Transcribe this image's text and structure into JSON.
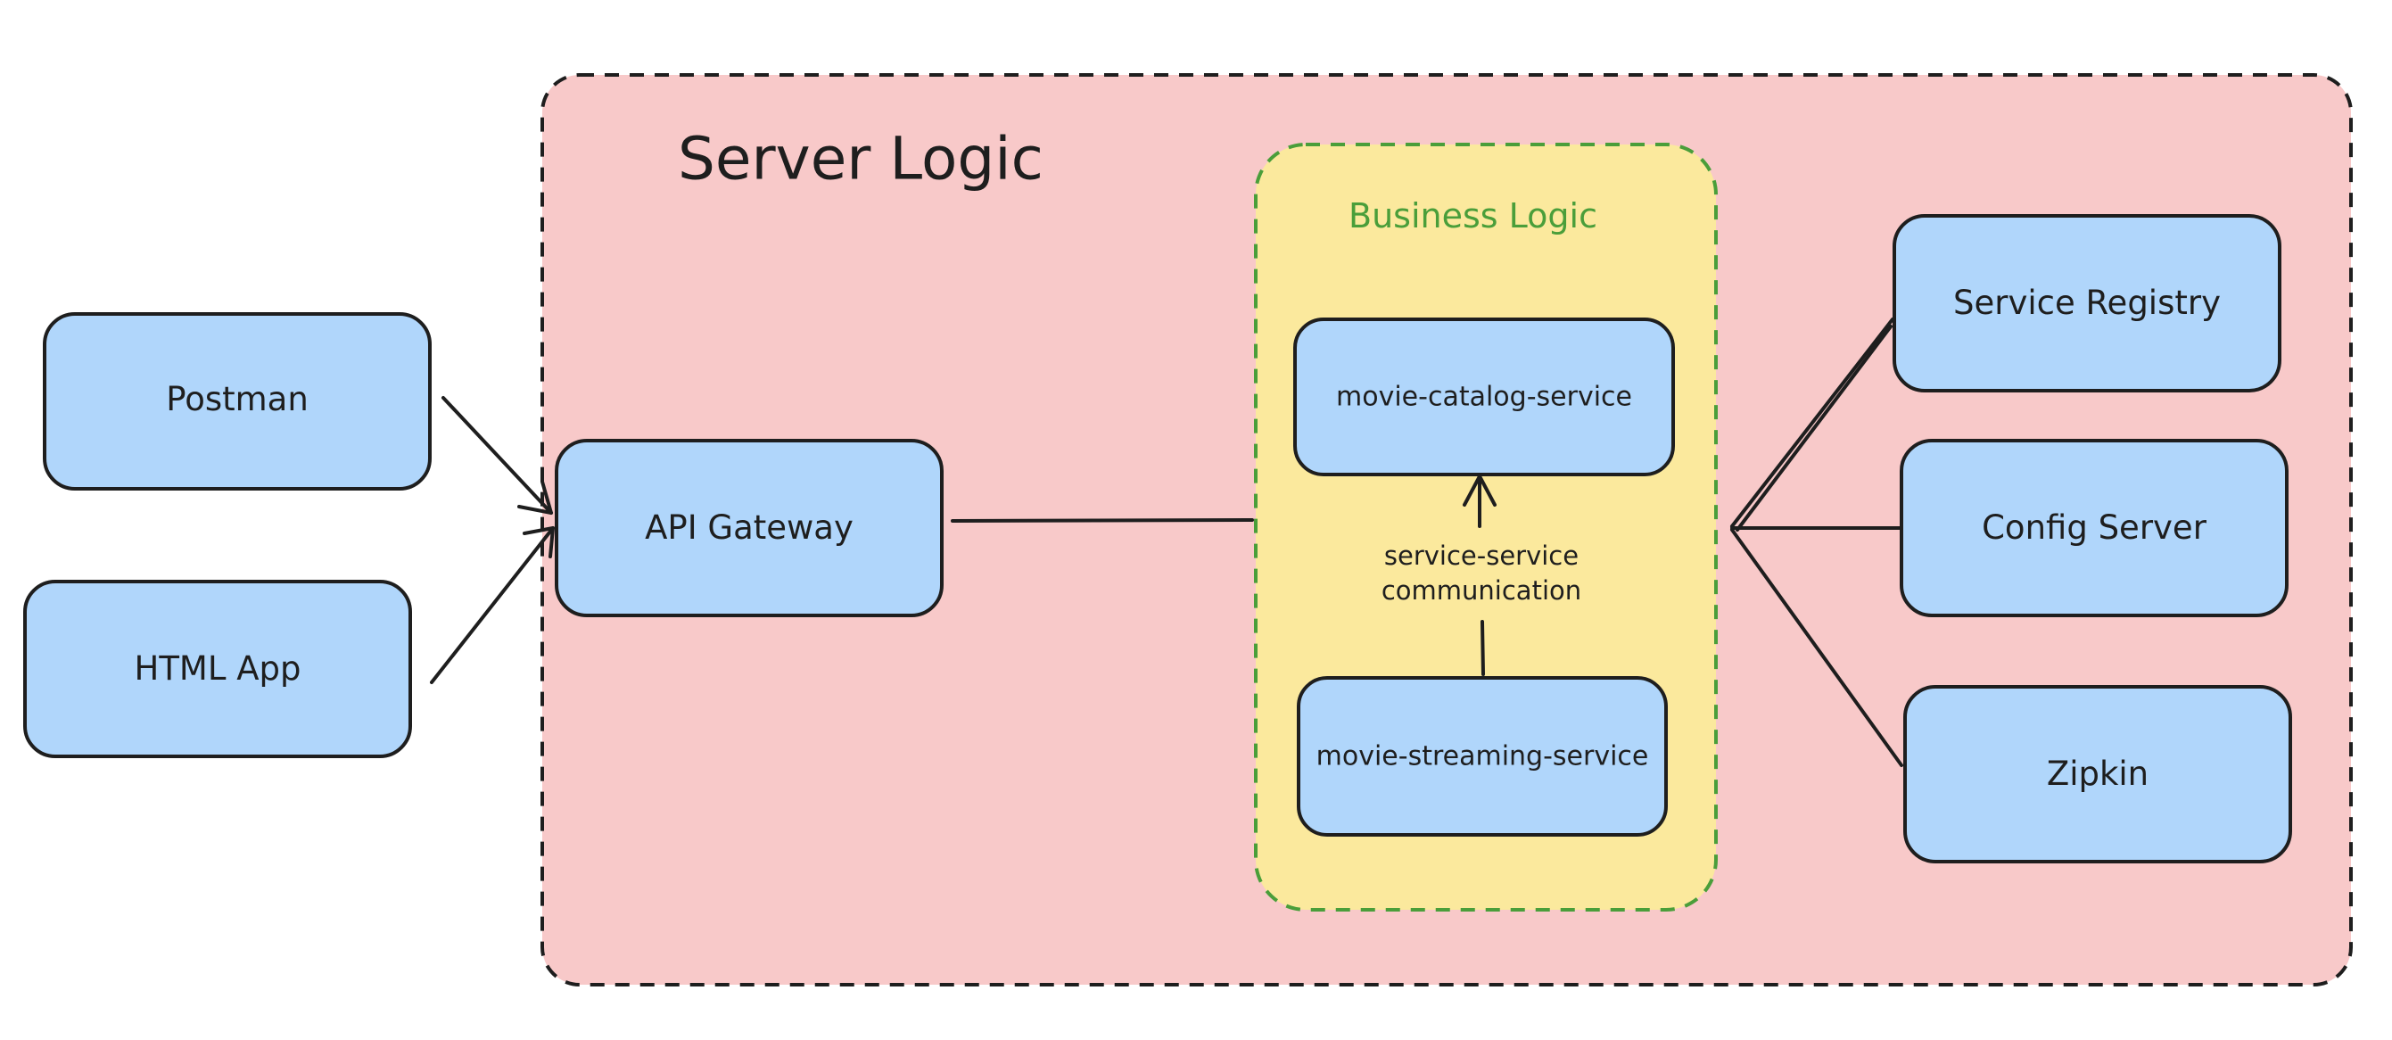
{
  "groups": {
    "server_logic": {
      "title": "Server Logic",
      "fill": "#f8c9c9",
      "stroke": "#1e1e1e"
    },
    "business_logic": {
      "title": "Business Logic",
      "fill": "#fbe99d",
      "stroke": "#4a9e3a"
    }
  },
  "nodes": {
    "postman": {
      "label": "Postman"
    },
    "html_app": {
      "label": "HTML App"
    },
    "api_gateway": {
      "label": "API Gateway"
    },
    "movie_catalog_service": {
      "label": "movie-catalog-service"
    },
    "movie_streaming_service": {
      "label": "movie-streaming-service"
    },
    "service_registry": {
      "label": "Service Registry"
    },
    "config_server": {
      "label": "Config Server"
    },
    "zipkin": {
      "label": "Zipkin"
    }
  },
  "edges": {
    "service_communication": {
      "label": "service-service communication"
    }
  },
  "colors": {
    "node_fill": "#b0d6fb",
    "node_stroke": "#1e1e1e",
    "line": "#1e1e1e",
    "business_title": "#4a9e3a"
  }
}
